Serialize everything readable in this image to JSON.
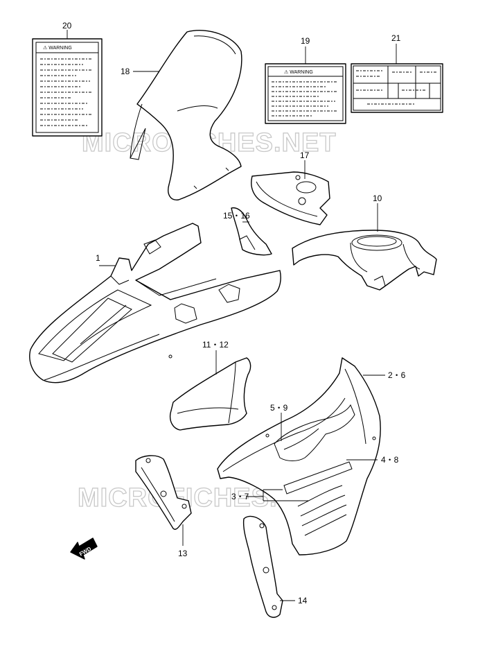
{
  "watermark": "MICROFICHES.NET",
  "warning_text": "⚠ WARNING",
  "fwd_text": "FWD",
  "callouts": [
    {
      "id": "callout-20",
      "text": "20"
    },
    {
      "id": "callout-18",
      "text": "18"
    },
    {
      "id": "callout-19",
      "text": "19"
    },
    {
      "id": "callout-21",
      "text": "21"
    },
    {
      "id": "callout-17",
      "text": "17"
    },
    {
      "id": "callout-10",
      "text": "10"
    },
    {
      "id": "callout-15-16",
      "text": "15・16"
    },
    {
      "id": "callout-1",
      "text": "1"
    },
    {
      "id": "callout-11-12",
      "text": "11・12"
    },
    {
      "id": "callout-2-6",
      "text": "2・6"
    },
    {
      "id": "callout-5-9",
      "text": "5・9"
    },
    {
      "id": "callout-4-8",
      "text": "4・8"
    },
    {
      "id": "callout-3-7",
      "text": "3・7"
    },
    {
      "id": "callout-13",
      "text": "13"
    },
    {
      "id": "callout-14",
      "text": "14"
    }
  ]
}
